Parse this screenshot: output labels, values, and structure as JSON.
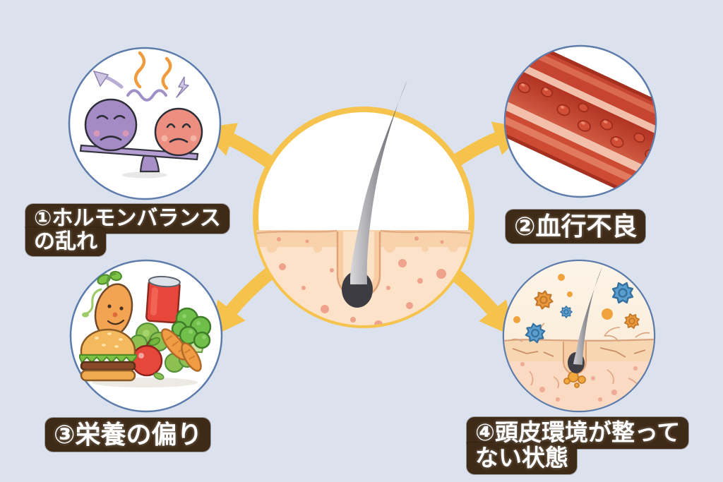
{
  "page": {
    "type": "infographic",
    "language": "ja",
    "topic": "hair-loss-causes"
  },
  "colors": {
    "background": "#dbe2ee",
    "arrow_yellow": "#f5c24b",
    "center_ring_yellow": "#f6c44e",
    "satellite_ring_blue": "#5d7cab",
    "label_background": "#3e2a16",
    "label_text": "#ffffff",
    "skin_peach": "#f8d2aa",
    "skin_light": "#fde2ca",
    "hair_dark": "#3c3c42",
    "vessel_red": "#c64531"
  },
  "center": {
    "illustration": "hair-follicle-cross-section"
  },
  "causes": [
    {
      "number": 1,
      "label_line1": "①ホルモンバランス",
      "label_line2": "の乱れ",
      "illustration": "hormone-balance-seesaw"
    },
    {
      "number": 2,
      "label": "②血行不良",
      "illustration": "blood-vessel-circulation"
    },
    {
      "number": 3,
      "label": "③栄養の偏り",
      "illustration": "unbalanced-diet-foods"
    },
    {
      "number": 4,
      "label_line1": "④頭皮環境が整って",
      "label_line2": "ない状態",
      "illustration": "unhealthy-scalp-follicle"
    }
  ]
}
